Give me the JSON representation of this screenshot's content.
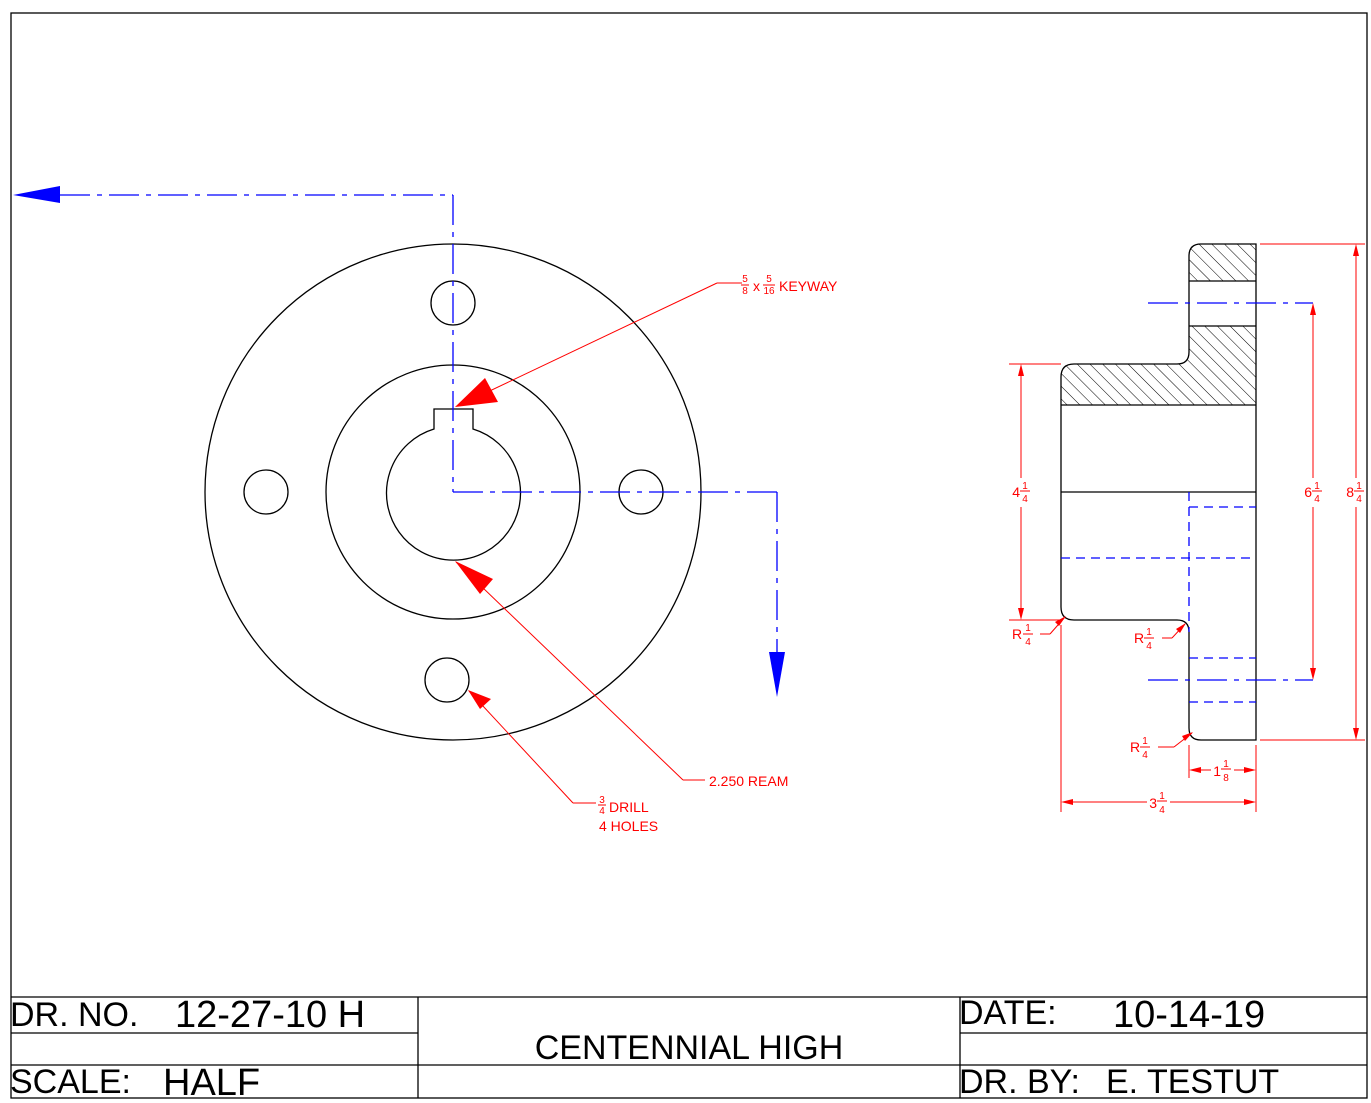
{
  "title_block": {
    "dr_no_label": "DR. NO.",
    "dr_no_value": "12-27-10 H",
    "scale_label": "SCALE:",
    "scale_value": "HALF",
    "school": "CENTENNIAL HIGH",
    "date_label": "DATE:",
    "date_value": "10-14-19",
    "drawn_by_label": "DR. BY:",
    "drawn_by_value": "E. TESTUT"
  },
  "front_view": {
    "keyway_pre": "x",
    "keyway_label": "KEYWAY",
    "ream_label": "2.250 REAM",
    "drill_label": "DRILL",
    "holes_label": "4 HOLES"
  },
  "section_view": {
    "dim_hub_whole": "4",
    "dim_bolt_circle_whole": "6",
    "dim_flange_whole": "8",
    "dim_flange_thick_whole": "1",
    "dim_overall_whole": "3",
    "radius_prefix": "R"
  },
  "fractions": {
    "one": "1",
    "four": "4",
    "eight": "8",
    "three": "3",
    "five": "5",
    "sixteen": "16"
  },
  "colors": {
    "geometry": "#000000",
    "dimensions": "#ff0000",
    "center_lines": "#0000ff"
  }
}
